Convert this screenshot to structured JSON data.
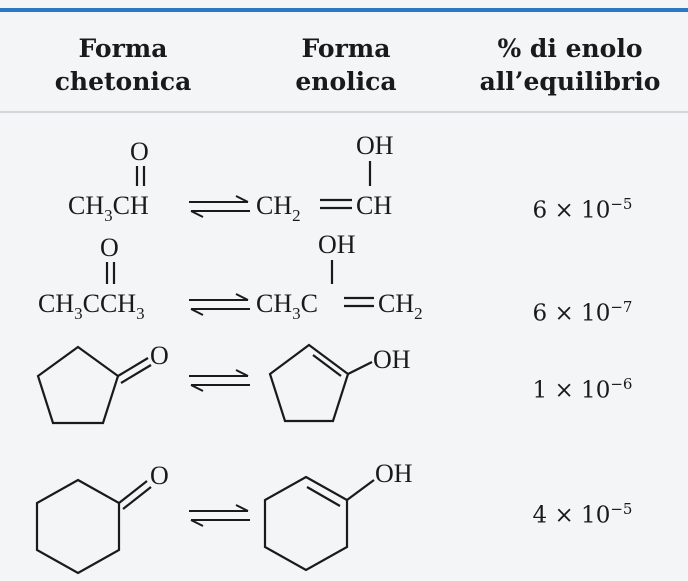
{
  "header": {
    "col1": "Forma\nchetonica",
    "col2": "Forma\nenolica",
    "col3": "% di enolo\nall’equilibrio"
  },
  "rows": [
    {
      "keto": {
        "o": "O",
        "ch3": "CH",
        "sub3": "3",
        "ch": "CH"
      },
      "enol": {
        "oh": "OH",
        "ch2": "CH",
        "sub2": "2",
        "ch": "CH"
      },
      "percent": "6 × 10",
      "exponent": "−5"
    },
    {
      "keto": {
        "o": "O",
        "ch3": "CH",
        "sub3": "3",
        "c": "C",
        "ch3b": "CH",
        "sub3b": "3"
      },
      "enol": {
        "oh": "OH",
        "ch3": "CH",
        "sub3": "3",
        "c": "C",
        "ch2": "CH",
        "sub2": "2"
      },
      "percent": "6 × 10",
      "exponent": "−7"
    },
    {
      "keto": {
        "o": "O"
      },
      "enol": {
        "oh": "OH"
      },
      "percent": "1 × 10",
      "exponent": "−6"
    },
    {
      "keto": {
        "o": "O"
      },
      "enol": {
        "oh": "OH"
      },
      "percent": "4 × 10",
      "exponent": "−5"
    }
  ]
}
